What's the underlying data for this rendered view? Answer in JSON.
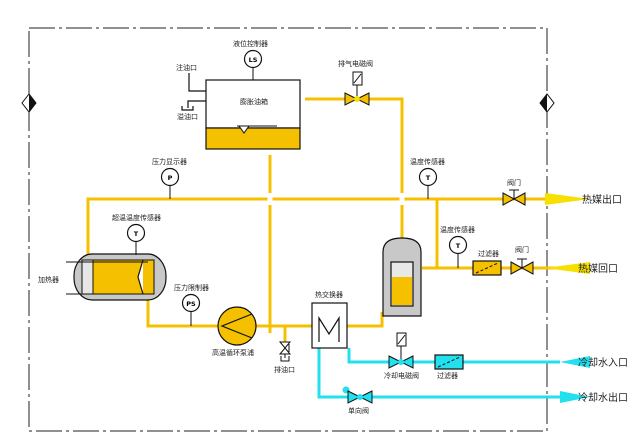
{
  "colors": {
    "oil_line": "#f5c000",
    "water_line": "#22e0ee",
    "vessel_gray": "#c8c8c8",
    "outline": "#111111"
  },
  "labels": {
    "level_controller": "液位控制器",
    "oil_inlet": "注油口",
    "overflow_outlet": "溢油口",
    "expansion_tank": "膨胀油箱",
    "exhaust_solenoid_valve": "排气电磁阀",
    "pressure_display": "压力显示器",
    "temp_sensor_top": "温度传感器",
    "valve_top": "阀门",
    "heat_medium_outlet": "热媒出口",
    "overtemp_sensor": "超温温度传感器",
    "heater": "加热器",
    "temp_sensor_return": "温度传感器",
    "filter_return": "过滤器",
    "valve_return": "阀门",
    "heat_medium_return": "热媒回口",
    "pressure_limiter": "压力限制器",
    "circulation_pump": "高温循环泵浦",
    "drain_outlet": "排油口",
    "heat_exchanger": "热交换器",
    "cooling_solenoid_valve": "冷却电磁阀",
    "filter_water": "过滤器",
    "cooling_water_inlet": "冷却水入口",
    "check_valve": "单向阀",
    "cooling_water_outlet": "冷却水出口"
  },
  "instruments": {
    "ls": "LS",
    "p": "P",
    "t": "T",
    "ps": "PS"
  }
}
